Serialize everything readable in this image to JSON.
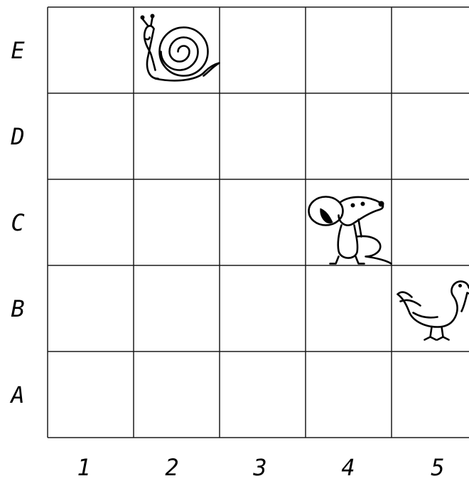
{
  "grid": {
    "columns": [
      "1",
      "2",
      "3",
      "4",
      "5"
    ],
    "rows": [
      "E",
      "D",
      "C",
      "B",
      "A"
    ]
  },
  "animals": [
    {
      "name": "snail",
      "icon": "snail-icon",
      "column": "2",
      "row": "E"
    },
    {
      "name": "mouse",
      "icon": "mouse-icon",
      "column": "4",
      "row": "C"
    },
    {
      "name": "duck",
      "icon": "duck-icon",
      "column": "5",
      "row": "B"
    }
  ],
  "colors": {
    "line": "#1a1a1a",
    "background": "#ffffff"
  }
}
